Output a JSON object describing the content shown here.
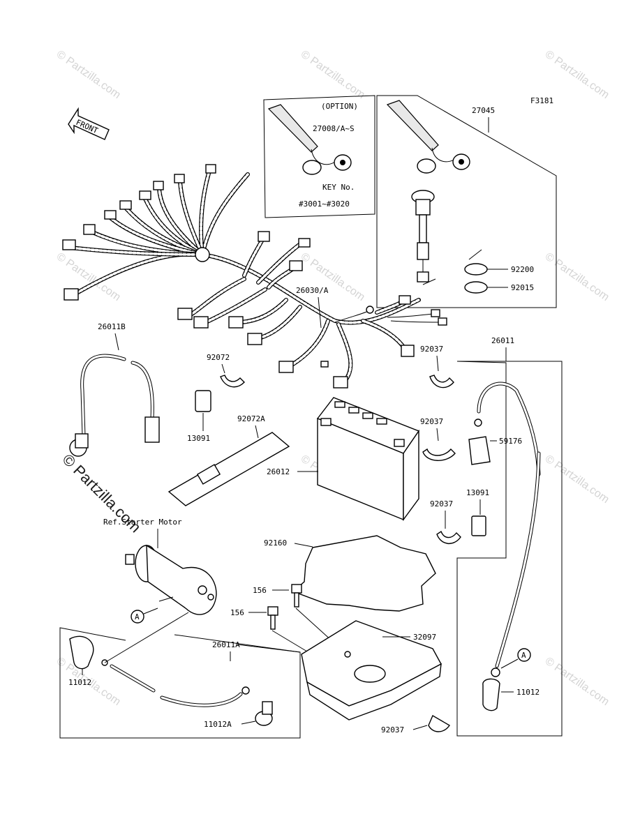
{
  "figure_code": "F3181",
  "front_label": "FRONT",
  "watermark": "© Partzilla.com",
  "option_box": {
    "title": "(OPTION)",
    "part": "27008/A~S",
    "key_label": "KEY No.",
    "key_range": "#3001~#3020"
  },
  "ref_label": "Ref.Starter Motor",
  "ref_marker": "A",
  "parts": {
    "p27045": "27045",
    "p92200": "92200",
    "p92015": "92015",
    "p26030A": "26030/A",
    "p26011B": "26011B",
    "p92072": "92072",
    "p13091a": "13091",
    "p92072A": "92072A",
    "p26012": "26012",
    "p92037a": "92037",
    "p92037b": "92037",
    "p92037c": "92037",
    "p92037d": "92037",
    "p26011": "26011",
    "p59176": "59176",
    "p13091b": "13091",
    "p92160": "92160",
    "p156a": "156",
    "p156b": "156",
    "p32097": "32097",
    "p26011A": "26011A",
    "p11012a": "11012",
    "p11012b": "11012",
    "p11012A": "11012A"
  }
}
